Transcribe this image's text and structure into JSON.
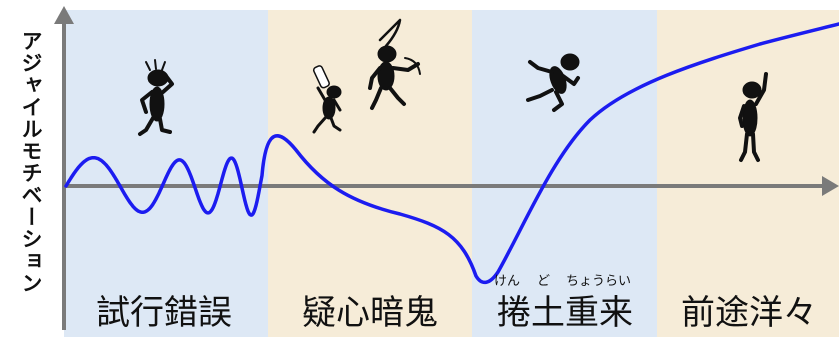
{
  "y_axis_label": "アジャイルモチベーション",
  "phases": [
    {
      "id": "trial-error",
      "label": "試行錯誤",
      "color": "#dde8f5"
    },
    {
      "id": "doubt",
      "label": "疑心暗鬼",
      "color": "#f6ecd8"
    },
    {
      "id": "comeback",
      "label": "捲土重来",
      "color": "#dde8f5",
      "ruby": [
        "けん",
        "ど",
        "ちょうらい"
      ]
    },
    {
      "id": "bright-future",
      "label": "前途洋々",
      "color": "#f6ecd8"
    }
  ],
  "colors": {
    "curve": "#1c1cf0",
    "axis": "#7a7a7a",
    "figure": "#111111"
  },
  "icons": [
    "confused-person-icon",
    "attacking-people-icon",
    "running-person-icon",
    "pointing-person-icon"
  ]
}
